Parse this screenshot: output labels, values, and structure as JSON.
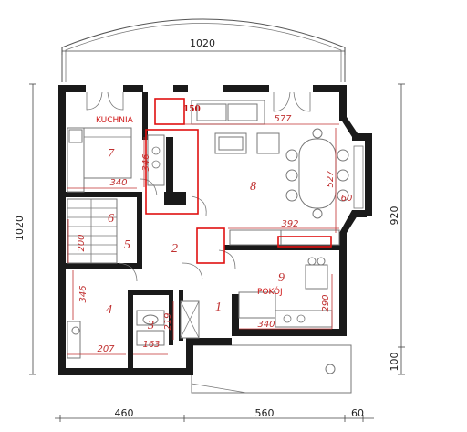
{
  "dimensions": {
    "top_width": "1020",
    "left_height": "1020",
    "right_height": "920",
    "right_bottom": "100",
    "bottom_left": "460",
    "bottom_mid": "560",
    "bottom_right": "60"
  },
  "room_dims": {
    "d150": "150",
    "d577": "577",
    "d346_kitchen": "346",
    "d340_kitchen": "340",
    "d527": "527",
    "d60": "60",
    "d392": "392",
    "d200": "200",
    "d346_room4": "346",
    "d219": "219",
    "d290": "290",
    "d340_room9": "340",
    "d207": "207",
    "d163": "163"
  },
  "labels": {
    "kuchnia": "KUCHNIA",
    "pokoj": "POKÓJ"
  },
  "rooms": {
    "r1": "1",
    "r2": "2",
    "r3": "3",
    "r4": "4",
    "r5": "5",
    "r6": "6",
    "r7": "7",
    "r8": "8",
    "r9": "9"
  },
  "colors": {
    "wall": "#1a1a1a",
    "room_number": "#c03030",
    "highlight": "#e01010"
  }
}
